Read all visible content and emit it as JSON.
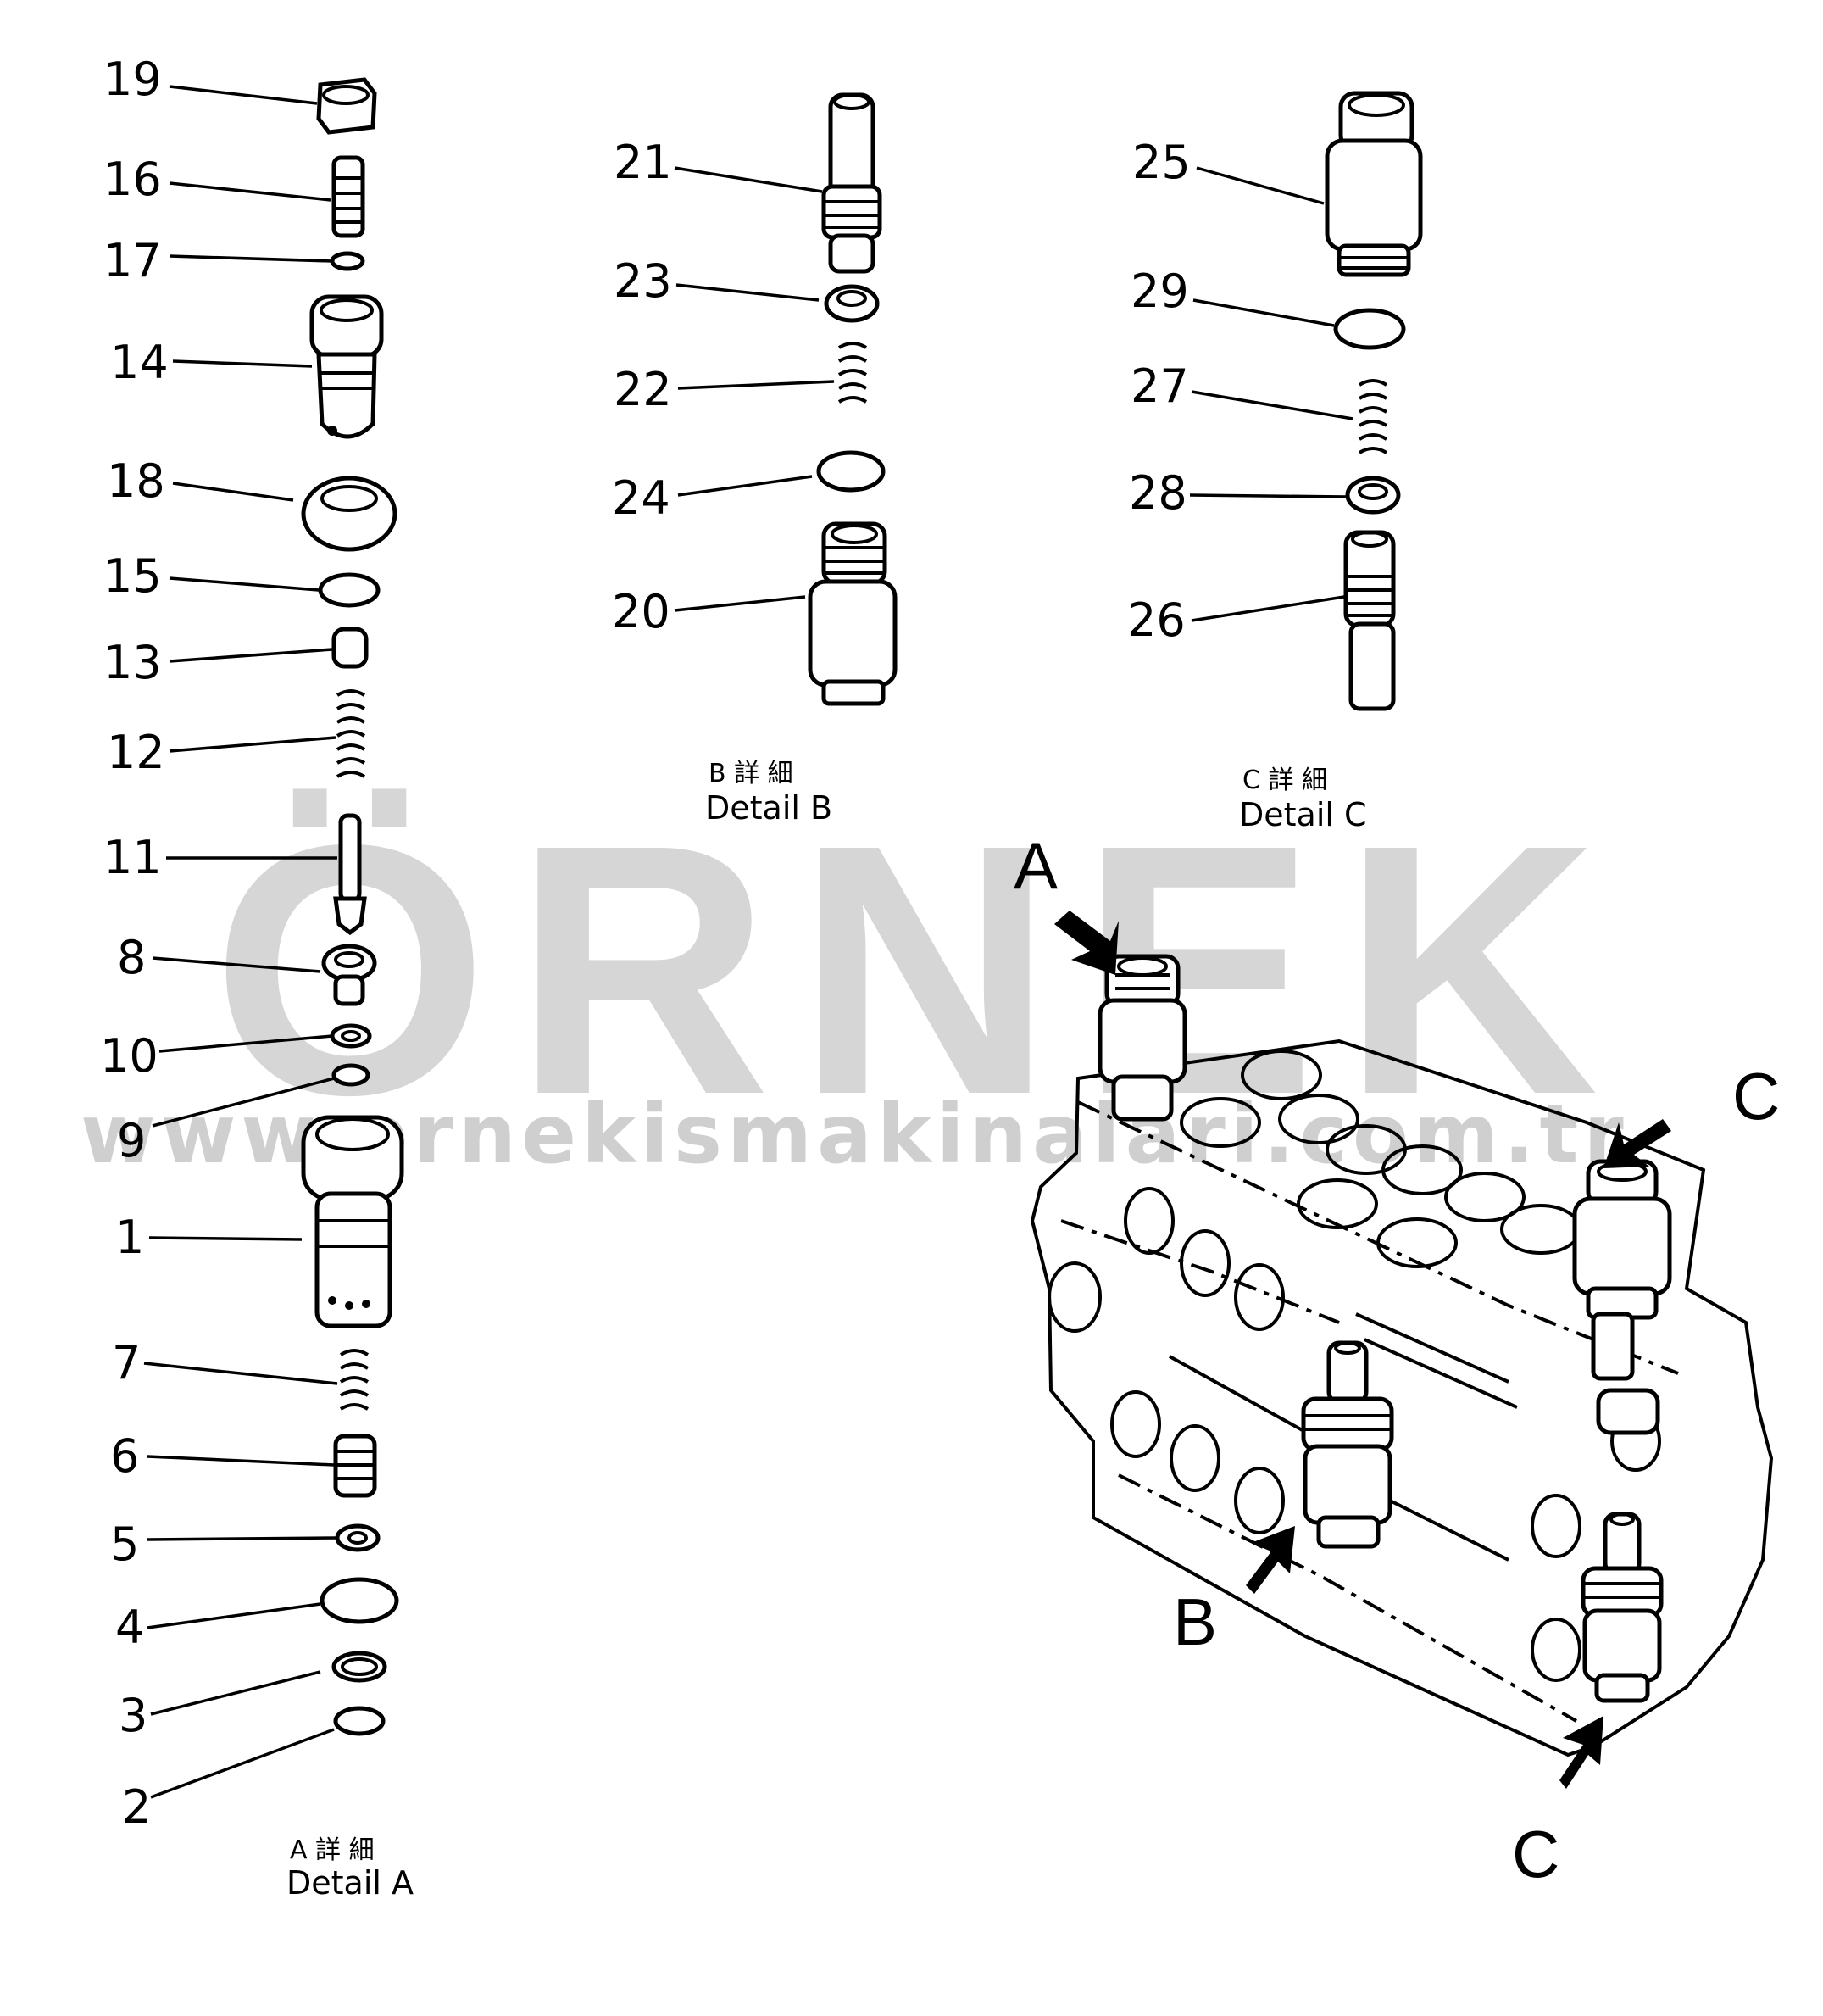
{
  "watermark": {
    "brand": "ÖRNEK",
    "url": "www.ornekismakinalari.com.tr"
  },
  "details": {
    "a": {
      "title_jp": "A 詳 細",
      "title_en": "Detail A"
    },
    "b": {
      "title_jp": "B 詳 細",
      "title_en": "Detail B"
    },
    "c": {
      "title_jp": "C 詳 細",
      "title_en": "Detail C"
    }
  },
  "callouts": {
    "a": [
      "19",
      "16",
      "17",
      "14",
      "18",
      "15",
      "13",
      "12",
      "11",
      "8",
      "10",
      "9",
      "1",
      "7",
      "6",
      "5",
      "4",
      "3",
      "2"
    ],
    "b": [
      "21",
      "23",
      "22",
      "24",
      "20"
    ],
    "c": [
      "25",
      "29",
      "27",
      "28",
      "26"
    ]
  },
  "view_markers": {
    "a": "A",
    "b": "B",
    "c_top": "C",
    "c_bottom": "C"
  }
}
